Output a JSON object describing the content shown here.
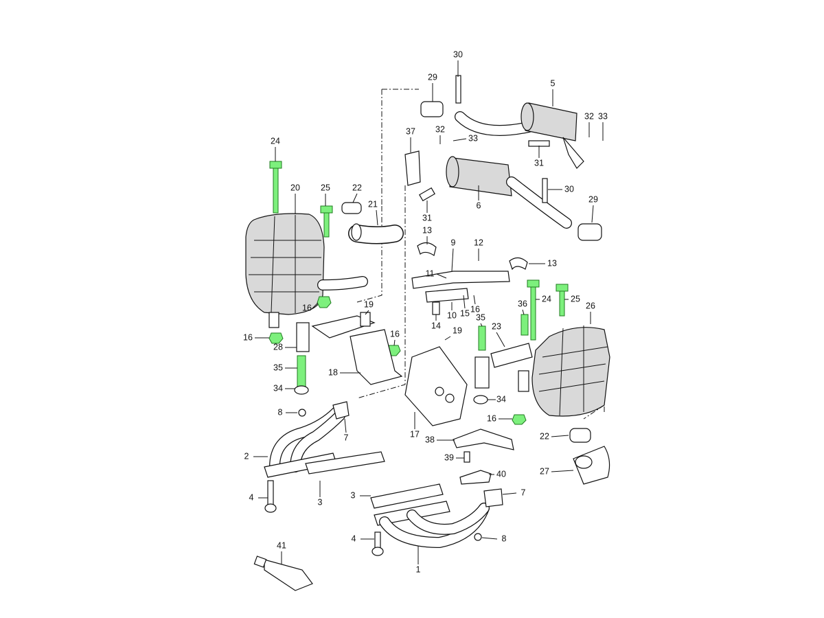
{
  "diagram": {
    "title": "Exhaust system exploded parts diagram",
    "colors": {
      "highlight_parts": "#7df07d",
      "line": "#111111"
    },
    "callouts": [
      "30",
      "29",
      "5",
      "32",
      "33",
      "37",
      "32",
      "33",
      "24",
      "31",
      "30",
      "20",
      "25",
      "22",
      "21",
      "31",
      "6",
      "29",
      "13",
      "9",
      "12",
      "13",
      "11",
      "24",
      "25",
      "36",
      "26",
      "16",
      "19",
      "14",
      "10",
      "15",
      "16",
      "35",
      "19",
      "23",
      "16",
      "28",
      "16",
      "35",
      "18",
      "34",
      "34",
      "8",
      "7",
      "17",
      "16",
      "22",
      "38",
      "2",
      "39",
      "40",
      "27",
      "3",
      "7",
      "4",
      "3",
      "4",
      "8",
      "41",
      "1"
    ]
  }
}
